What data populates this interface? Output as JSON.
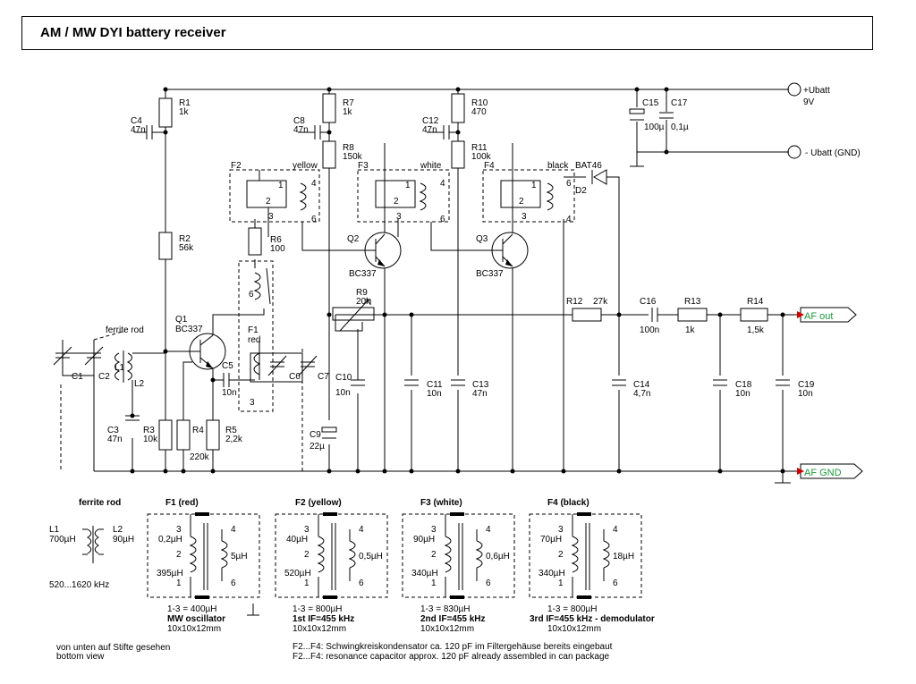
{
  "title": "AM / MW DYI battery receiver",
  "supply": {
    "plus_label": "+Ubatt",
    "plus_voltage": "9V",
    "minus_label": "- Ubatt (GND)"
  },
  "outputs": {
    "af_out": "AF out",
    "af_gnd": "AF GND"
  },
  "colors": {
    "af_tag": "#1a9a3a"
  },
  "components": {
    "R1": {
      "name": "R1",
      "value": "1k"
    },
    "R2": {
      "name": "R2",
      "value": "56k"
    },
    "R3": {
      "name": "R3",
      "value": "10k"
    },
    "R4": {
      "name": "R4",
      "value": "220k"
    },
    "R5": {
      "name": "R5",
      "value": "2,2k"
    },
    "R6": {
      "name": "R6",
      "value": "100"
    },
    "R7": {
      "name": "R7",
      "value": "1k"
    },
    "R8": {
      "name": "R8",
      "value": "150k"
    },
    "R9": {
      "name": "R9",
      "value": "20k"
    },
    "R10": {
      "name": "R10",
      "value": "470"
    },
    "R11": {
      "name": "R11",
      "value": "100k"
    },
    "R12": {
      "name": "R12",
      "value": "27k"
    },
    "R13": {
      "name": "R13",
      "value": "1k"
    },
    "R14": {
      "name": "R14",
      "value": "1,5k"
    },
    "C1": {
      "name": "C1"
    },
    "C2": {
      "name": "C2"
    },
    "C3": {
      "name": "C3",
      "value": "47n"
    },
    "C4": {
      "name": "C4",
      "value": "47n"
    },
    "C5": {
      "name": "C5",
      "value": "10n"
    },
    "C6": {
      "name": "C6"
    },
    "C7": {
      "name": "C7"
    },
    "C8": {
      "name": "C8",
      "value": "47n"
    },
    "C9": {
      "name": "C9",
      "value": "22µ"
    },
    "C10": {
      "name": "C10",
      "value": "10n"
    },
    "C11": {
      "name": "C11",
      "value": "10n"
    },
    "C12": {
      "name": "C12",
      "value": "47n"
    },
    "C13": {
      "name": "C13",
      "value": "47n"
    },
    "C14": {
      "name": "C14",
      "value": "4,7n"
    },
    "C15": {
      "name": "C15",
      "value": "100µ"
    },
    "C16": {
      "name": "C16",
      "value": "100n"
    },
    "C17": {
      "name": "C17",
      "value": "0,1µ"
    },
    "C18": {
      "name": "C18",
      "value": "10n"
    },
    "C19": {
      "name": "C19",
      "value": "10n"
    },
    "Q1": {
      "name": "Q1",
      "type": "BC337"
    },
    "Q2": {
      "name": "Q2",
      "type": "BC337"
    },
    "Q3": {
      "name": "Q3",
      "type": "BC337"
    },
    "D2": {
      "name": "D2",
      "type": "BAT46"
    },
    "L1": {
      "name": "L1"
    },
    "L2": {
      "name": "L2"
    },
    "F1": {
      "name": "F1",
      "color": "red"
    },
    "F2": {
      "name": "F2",
      "color": "yellow"
    },
    "F3": {
      "name": "F3",
      "color": "white"
    },
    "F4": {
      "name": "F4",
      "color": "black"
    },
    "ferrite_rod": "ferrite rod"
  },
  "pin_labels": [
    "1",
    "2",
    "3",
    "4",
    "6"
  ],
  "details": {
    "ferrite": {
      "title": "ferrite rod",
      "l1": "L1",
      "l1_value": "700µH",
      "l2": "L2",
      "l2_value": "90µH",
      "range": "520...1620 kHz"
    },
    "f1": {
      "title": "F1 (red)",
      "top": "0,2µH",
      "bottom": "395µH",
      "secondary": "5µH",
      "inductance": "1-3 = 400µH",
      "function": "MW oscillator",
      "size": "10x10x12mm"
    },
    "f2": {
      "title": "F2 (yellow)",
      "top": "40µH",
      "bottom": "520µH",
      "secondary": "0,5µH",
      "inductance": "1-3 = 800µH",
      "function": "1st IF=455 kHz",
      "size": "10x10x12mm"
    },
    "f3": {
      "title": "F3 (white)",
      "top": "90µH",
      "bottom": "340µH",
      "secondary": "0,6µH",
      "inductance": "1-3 = 830µH",
      "function": "2nd IF=455 kHz",
      "size": "10x10x12mm"
    },
    "f4": {
      "title": "F4 (black)",
      "top": "70µH",
      "bottom": "340µH",
      "secondary": "18µH",
      "inductance": "1-3 = 800µH",
      "function": "3rd IF=455 kHz - demodulator",
      "size": "10x10x12mm"
    }
  },
  "notes": {
    "view_de": "von unten auf Stifte gesehen",
    "view_en": "bottom view",
    "cap_de": "F2...F4: Schwingkreiskondensator ca. 120 pF im Filtergehäuse bereits eingebaut",
    "cap_en": "F2...F4: resonance capacitor approx. 120 pF already assembled in can package"
  }
}
